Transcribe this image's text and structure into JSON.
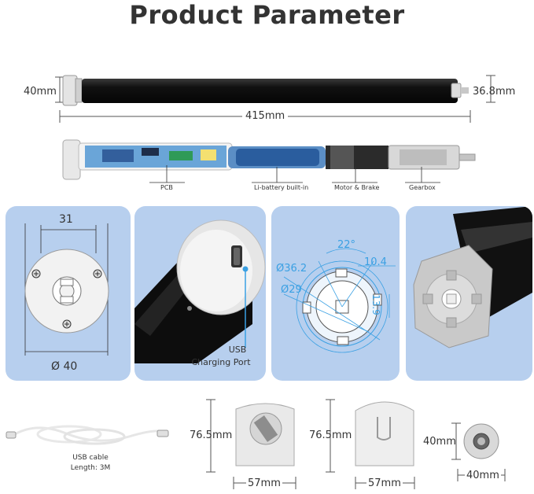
{
  "title": "Product Parameter",
  "top": {
    "height_left": "40mm",
    "height_right": "36.8mm",
    "length": "415mm"
  },
  "internals": {
    "pcb": "PCB",
    "battery": "Li-battery built-in",
    "motor": "Motor & Brake",
    "gearbox": "Gearbox"
  },
  "panel1": {
    "width": "31",
    "diameter": "Ø 40"
  },
  "panel2": {
    "usb_line1": "USB",
    "usb_line2": "Charging Port"
  },
  "panel3": {
    "angle": "22°",
    "outer_d": "Ø36.2",
    "inner_d": "Ø29",
    "tab_w": "10.4",
    "tab_h": "13.9"
  },
  "bottom": {
    "cable_line1": "USB cable",
    "cable_line2": "Length: 3M",
    "bracket1_h": "76.5mm",
    "bracket1_w": "57mm",
    "bracket2_h": "76.5mm",
    "bracket2_w": "57mm",
    "adapter_h": "40mm",
    "adapter_w": "40mm"
  },
  "colors": {
    "panel": "#b7cfee",
    "accent": "#3aa0e3",
    "tube": "#1b1b1b"
  }
}
